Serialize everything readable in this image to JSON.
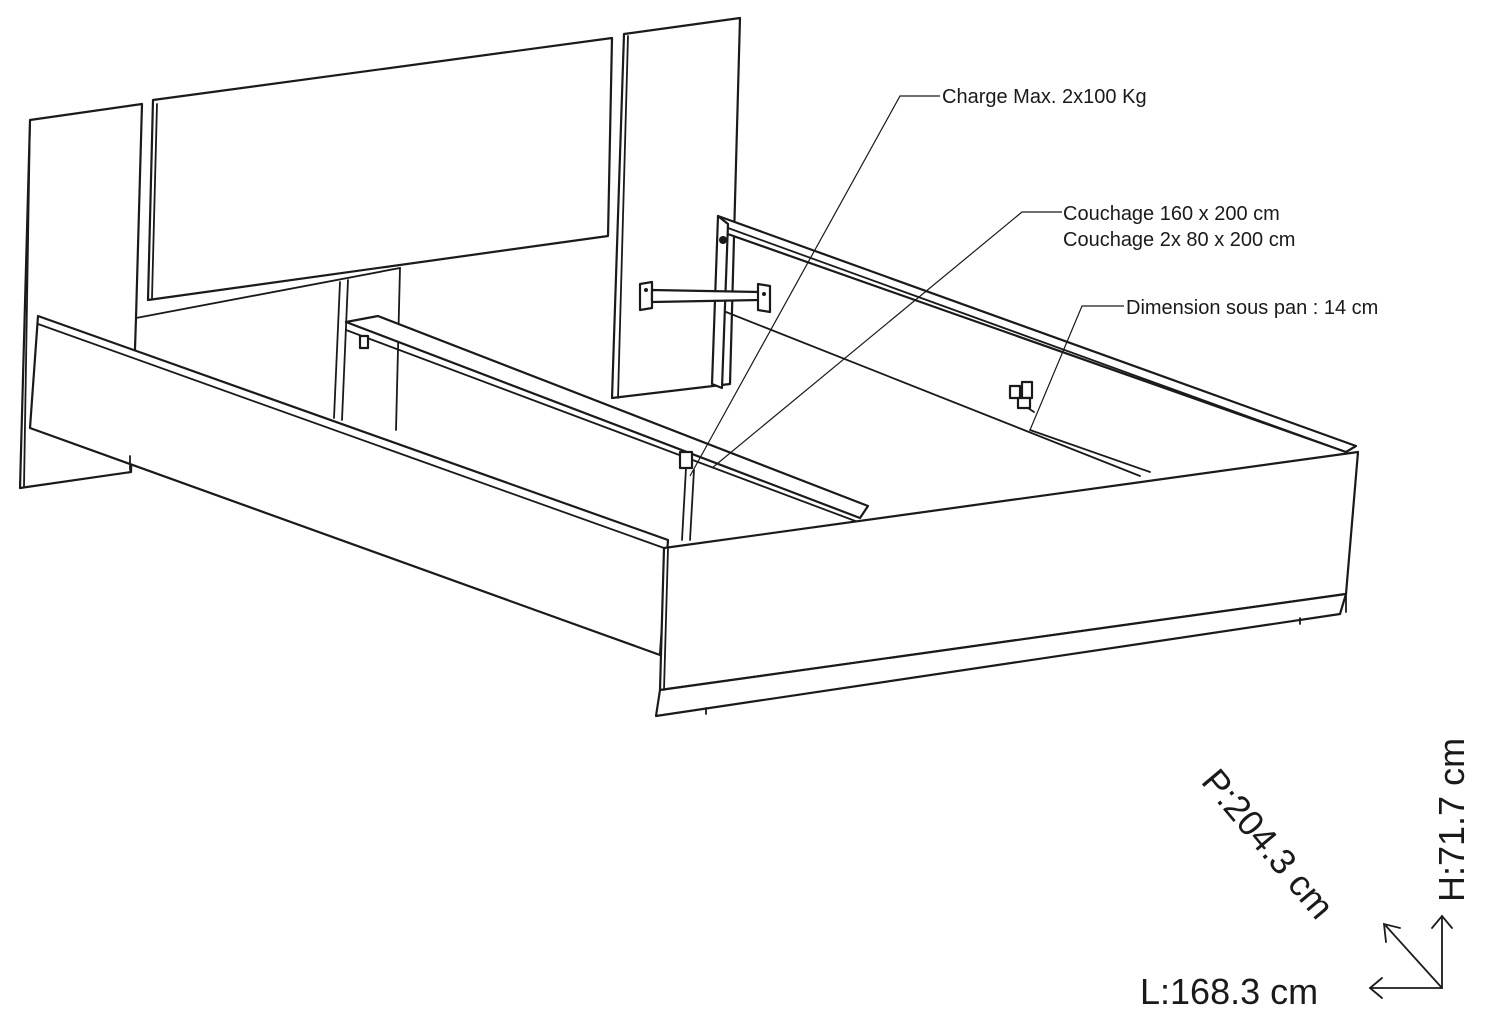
{
  "annotations": {
    "charge": "Charge Max. 2x100 Kg",
    "couchage_1": "Couchage 160 x 200 cm",
    "couchage_2": "Couchage 2x 80 x 200 cm",
    "dimension": "Dimension sous pan : 14 cm"
  },
  "dimensions": {
    "length": "L:168.3 cm",
    "depth": "P:204.3 cm",
    "height": "H:71.7 cm"
  },
  "colors": {
    "line": "#1a1a1a",
    "background": "#ffffff"
  }
}
